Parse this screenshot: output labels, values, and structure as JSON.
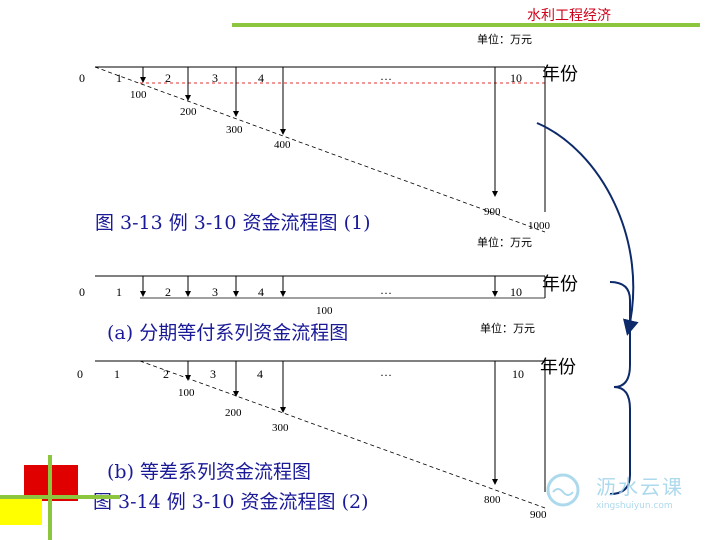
{
  "header": {
    "course_title": "水利工程经济"
  },
  "diagrams": [
    {
      "id": "fig-3-13",
      "unit": "单位：万元",
      "year_label": "年份",
      "periods": [
        "0",
        "1",
        "2",
        "3",
        "4",
        "…",
        "10"
      ],
      "payments": [
        {
          "period": 1,
          "amount": "100"
        },
        {
          "period": 2,
          "amount": "200"
        },
        {
          "period": 3,
          "amount": "300"
        },
        {
          "period": 4,
          "amount": "400"
        },
        {
          "period": 9,
          "amount": "900"
        },
        {
          "period": 10,
          "amount": "1000"
        }
      ],
      "caption": "图 3-13  例 3-10 资金流程图 (1)"
    },
    {
      "id": "fig-3-14a",
      "unit": "单位：万元",
      "year_label": "年份",
      "periods": [
        "0",
        "1",
        "2",
        "3",
        "4",
        "…",
        "10"
      ],
      "uniform_amount": "100",
      "caption": "(a) 分期等付系列资金流程图"
    },
    {
      "id": "fig-3-14b",
      "year_label": "年份",
      "periods": [
        "0",
        "1",
        "2",
        "3",
        "4",
        "…",
        "10"
      ],
      "payments": [
        {
          "period": 2,
          "amount": "100"
        },
        {
          "period": 3,
          "amount": "200"
        },
        {
          "period": 4,
          "amount": "300"
        },
        {
          "period": 9,
          "amount": "800"
        },
        {
          "period": 10,
          "amount": "900"
        }
      ],
      "caption": "(b) 等差系列资金流程图"
    }
  ],
  "figure_caption_2": "图 3-14  例 3-10 资金流程图 (2)",
  "watermark": {
    "name": "沥水云课",
    "url": "xingshuiyun.com"
  },
  "colors": {
    "caption": "#1a1a99",
    "header_text": "#d0021b",
    "header_rule": "#8cc63f",
    "bracket": "#0d2a6b",
    "dashed_reference": "#e03030",
    "deco_red": "#e00000",
    "deco_yellow": "#ffff00",
    "deco_green": "#8cc63f"
  }
}
